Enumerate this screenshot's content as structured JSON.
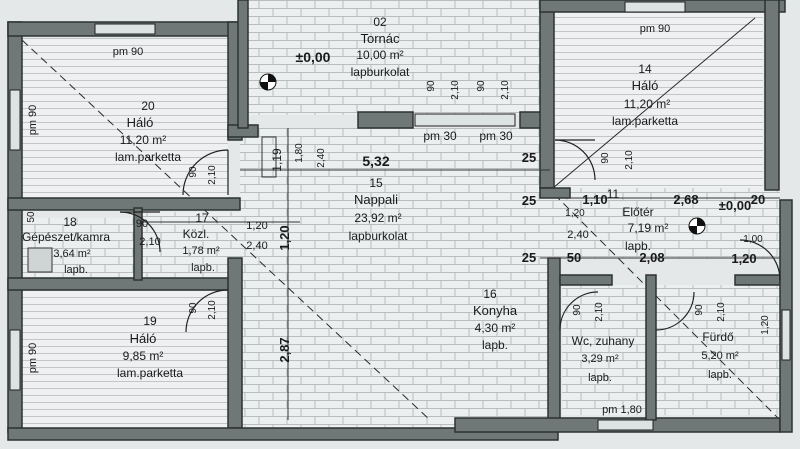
{
  "rooms": {
    "tornac": {
      "number": "02",
      "name": "Tornác",
      "area": "10,00 m²",
      "floor": "lapburkolat",
      "level": "±0,00"
    },
    "halo20": {
      "number": "20",
      "name": "Háló",
      "area": "11,20 m²",
      "floor": "lam.parketta"
    },
    "halo14": {
      "number": "14",
      "name": "Háló",
      "area": "11,20 m²",
      "floor": "lam.parketta"
    },
    "nappali": {
      "number": "15",
      "name": "Nappali",
      "area": "23,92 m²",
      "floor": "lapburkolat"
    },
    "eloter": {
      "number": "11",
      "name": "Előtér",
      "area": "7,19 m²",
      "floor": "lapb.",
      "level": "±0,00"
    },
    "gepeszet": {
      "number": "18",
      "name": "Gépészet/kamra",
      "area": "3,64 m²",
      "floor": "lapb."
    },
    "kozl": {
      "number": "17",
      "name": "Közl.",
      "area": "1,78 m²",
      "floor": "lapb."
    },
    "halo19": {
      "number": "19",
      "name": "Háló",
      "area": "9,85 m²",
      "floor": "lam.parketta"
    },
    "konyha": {
      "number": "16",
      "name": "Konyha",
      "area": "4,30 m²",
      "floor": "lapb."
    },
    "wc": {
      "number": "",
      "name": "Wc, zuhany",
      "area": "3,29 m²",
      "floor": "lapb."
    },
    "furdo": {
      "number": "",
      "name": "Fürdő",
      "area": "5,20 m²",
      "floor": "lapb."
    }
  },
  "dimensions": {
    "pm90": "pm 90",
    "pm30": "pm 30",
    "pm180": "pm 1,80",
    "d90": "90",
    "d210": "2,10",
    "d240": "2,40",
    "d180": "1,80",
    "d119": "1,19",
    "d120": "1,20",
    "d25": "25",
    "d50": "50",
    "d30": "30",
    "d100": "1,00",
    "d110": "1,10",
    "d208": "2,08",
    "d268": "2,68",
    "d287": "2,87",
    "d532": "5,32",
    "d20": "20"
  },
  "colors": {
    "background": "#e8ecec",
    "wall": "#6f7876",
    "tile": "#b8bdbc",
    "text": "#1a1a1a"
  }
}
